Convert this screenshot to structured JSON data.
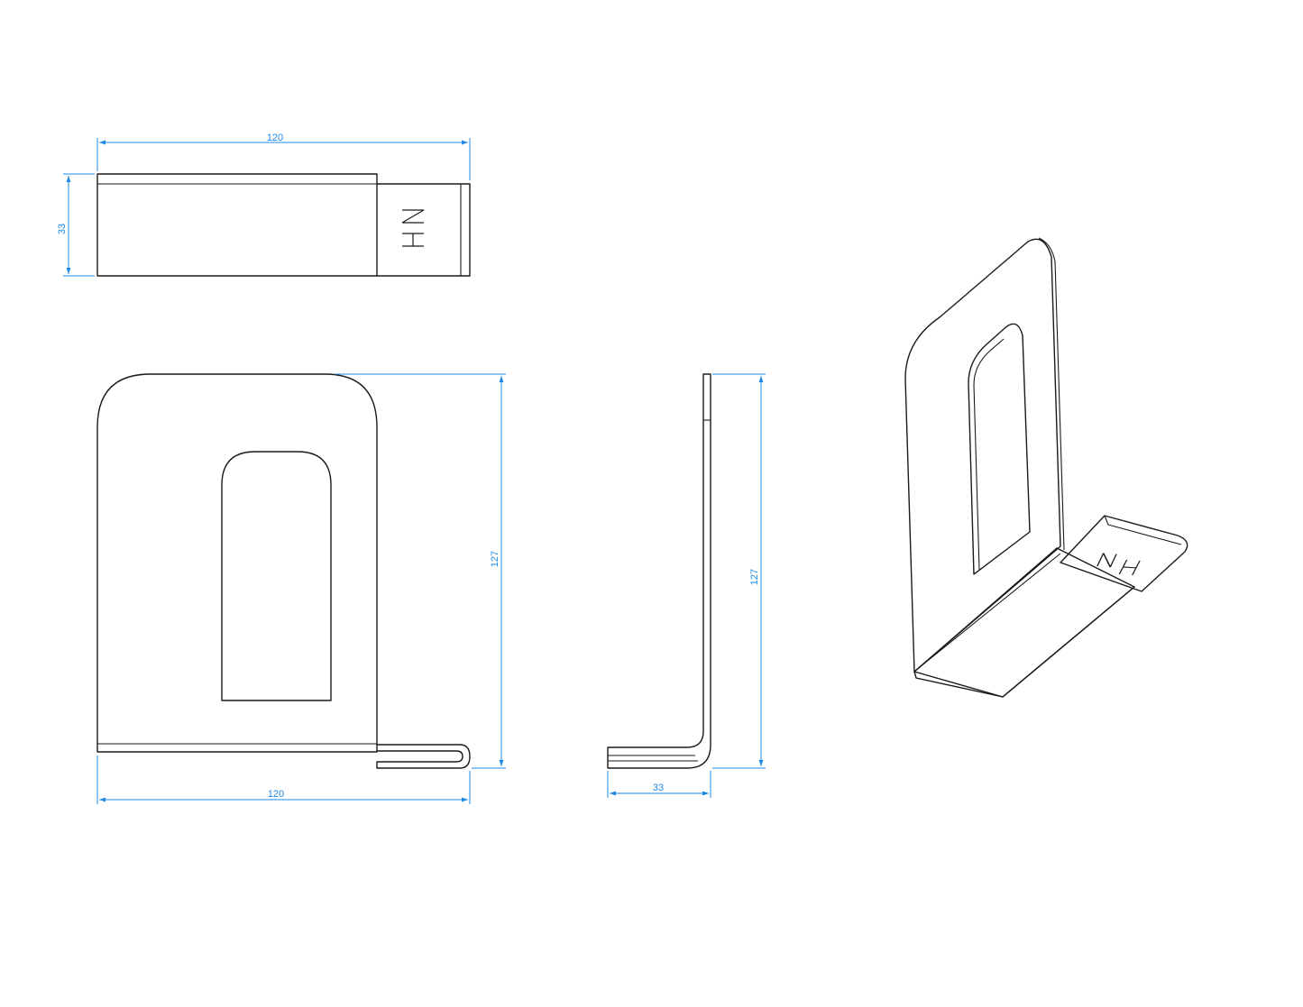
{
  "dimensions": {
    "top_width": "120",
    "top_height": "33",
    "front_height": "127",
    "front_width": "120",
    "side_height": "127",
    "side_depth": "33"
  },
  "logo_text": "NH",
  "colors": {
    "line": "#1a1a1a",
    "dimension": "#1e88e5",
    "background": "#ffffff"
  }
}
